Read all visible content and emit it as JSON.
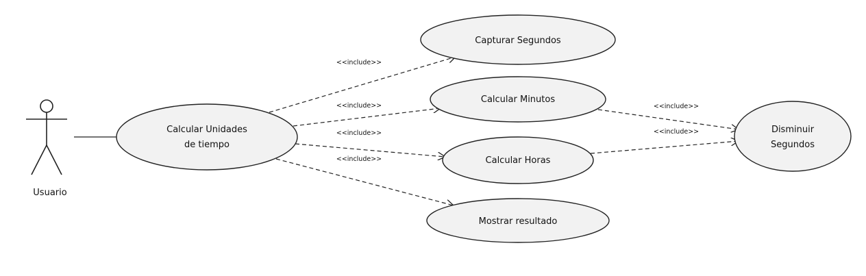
{
  "actor": {
    "name": "Usuario"
  },
  "use_cases": {
    "calcular_unidades": {
      "line1": "Calcular Unidades",
      "line2": "de tiempo"
    },
    "capturar_segundos": "Capturar Segundos",
    "calcular_minutos": "Calcular Minutos",
    "calcular_horas": "Calcular Horas",
    "mostrar_resultado": "Mostrar resultado",
    "disminuir_segundos": {
      "line1": "Disminuir",
      "line2": "Segundos"
    }
  },
  "stereotypes": {
    "include_capturar": "<<include>>",
    "include_minutos": "<<include>>",
    "include_horas": "<<include>>",
    "include_mostrar": "<<include>>",
    "include_minutos_disminuir": "<<include>>",
    "include_horas_disminuir": "<<include>>"
  }
}
